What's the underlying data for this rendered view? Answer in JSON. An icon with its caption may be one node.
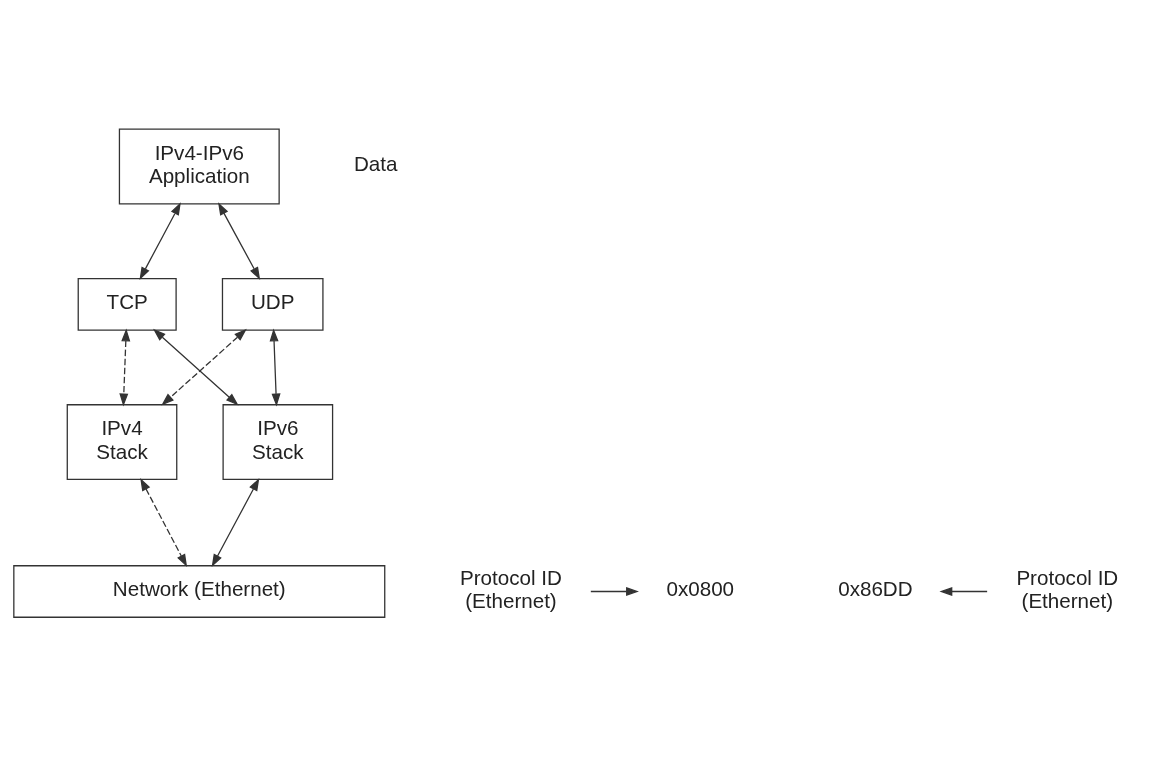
{
  "diagram": {
    "nodes": [
      {
        "text": [
          "IPv4-IPv6 Application"
        ]
      },
      {
        "text": [
          "TCP"
        ]
      },
      {
        "text": [
          "UDP"
        ]
      },
      {
        "text": [
          "IPv4 Stack"
        ]
      },
      {
        "text": [
          "IPv6 Stack"
        ]
      },
      {
        "text": [
          "Network (Ethernet)"
        ]
      },
      {
        "text": [
          "Protocol ID (Ethernet)"
        ]
      },
      {
        "text": [
          "0x0800"
        ]
      },
      {
        "text": [
          "0x86DD"
        ]
      },
      {
        "text": [
          "Protocol ID (Ethernet)"
        ]
      }
    ],
    "edges": [
      {
        "from": 0,
        "to": 1,
        "arrow": "both"
      },
      {
        "from": 0,
        "to": 2,
        "arrow": "both"
      },
      {
        "from": 1,
        "to": 3,
        "arrow": "both",
        "style": "dashed"
      },
      {
        "from": 2,
        "to": 3,
        "arrow": "both",
        "style": "dashed"
      },
      {
        "from": 1,
        "to": 4,
        "arrow": "both"
      },
      {
        "from": 2,
        "to": 4,
        "arrow": "both"
      },
      {
        "from": 3,
        "to": 5,
        "arrow": "both",
        "style": "dashed"
      },
      {
        "from": 4,
        "to": 5,
        "arrow": "both"
      },
      {
        "from": 6,
        "to": 7,
        "arrow": "to"
      },
      {
        "from": 9,
        "to": 8,
        "arrow": "to"
      }
    ],
    "labels": [
      "Data"
    ]
  }
}
